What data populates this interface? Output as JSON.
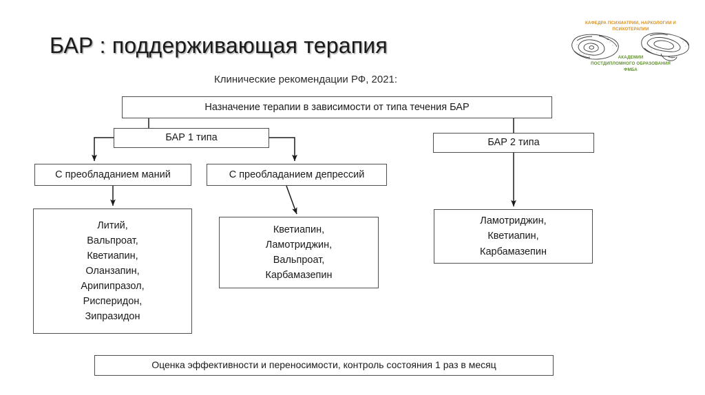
{
  "slide": {
    "title": "БАР : поддерживающая терапия",
    "subtitle": "Клинические рекомендации РФ, 2021:"
  },
  "logo": {
    "name": "department-logo",
    "line1": "КАФЕДРА ПСИХИАТРИИ, НАРКОЛОГИИ И",
    "line2": "ПСИХОТЕРАПИИ",
    "line3": "АКАДЕМИИ",
    "line4": "ПОСТДИПЛОМНОГО ОБРАЗОВАНИЯ",
    "line5": "ФМБА",
    "colors": {
      "text_orange": "#d98f1c",
      "text_green": "#5f8f2f"
    },
    "icons": [
      "brain-left-icon",
      "brain-right-icon"
    ]
  },
  "flowchart": {
    "root": "Назначение терапии в зависимости от типа течения БАР",
    "type1": "БАР 1 типа",
    "type2": "БАР 2 типа",
    "mania_branch": "С преобладанием маний",
    "depression_branch": "С преобладанием депрессий",
    "drugs_mania": [
      "Литий,",
      "Вальпроат,",
      "Кветиапин,",
      "Оланзапин,",
      "Арипипразол,",
      "Рисперидон,",
      "Зипразидон"
    ],
    "drugs_depression": [
      "Кветиапин,",
      "Ламотриджин,",
      "Вальпроат,",
      "Карбамазепин"
    ],
    "drugs_type2": [
      "Ламотриджин,",
      "Кветиапин,",
      "Карбамазепин"
    ],
    "monitoring": "Оценка эффективности и переносимости, контроль состояния 1 раз в месяц",
    "border_color": "#4d4d4d",
    "connector_color": "#1a1a1a"
  }
}
